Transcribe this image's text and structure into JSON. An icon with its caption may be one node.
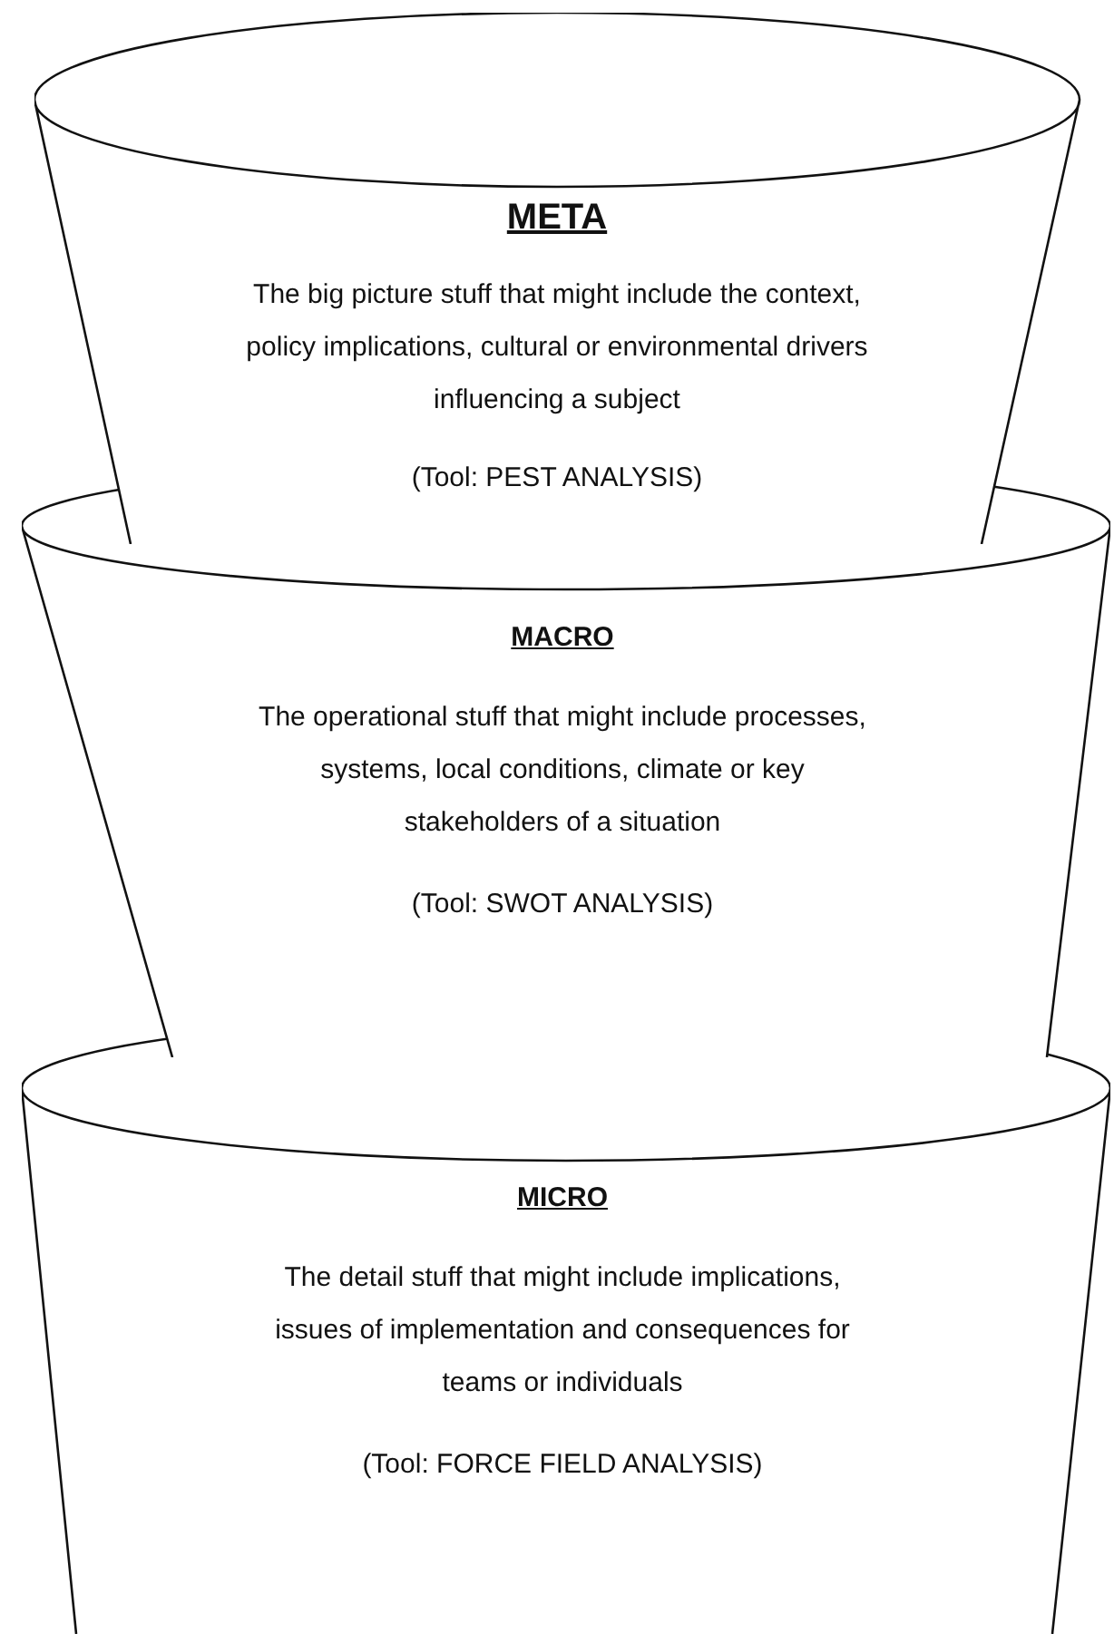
{
  "diagram": {
    "nodes": [
      {
        "text": [
          "META",
          "The big picture stuff that might include the context, policy implications, cultural or environmental drivers influencing a subject",
          "(Tool: PEST ANALYSIS)"
        ]
      },
      {
        "text": [
          "MACRO",
          "The operational stuff that might include processes, systems, local conditions, climate or key stakeholders of a situation",
          "(Tool: SWOT ANALYSIS)"
        ]
      },
      {
        "text": [
          "MICRO",
          "The detail stuff that might include implications, issues of implementation and consequences for teams or individuals",
          "(Tool: FORCE FIELD ANALYSIS)"
        ]
      }
    ]
  }
}
